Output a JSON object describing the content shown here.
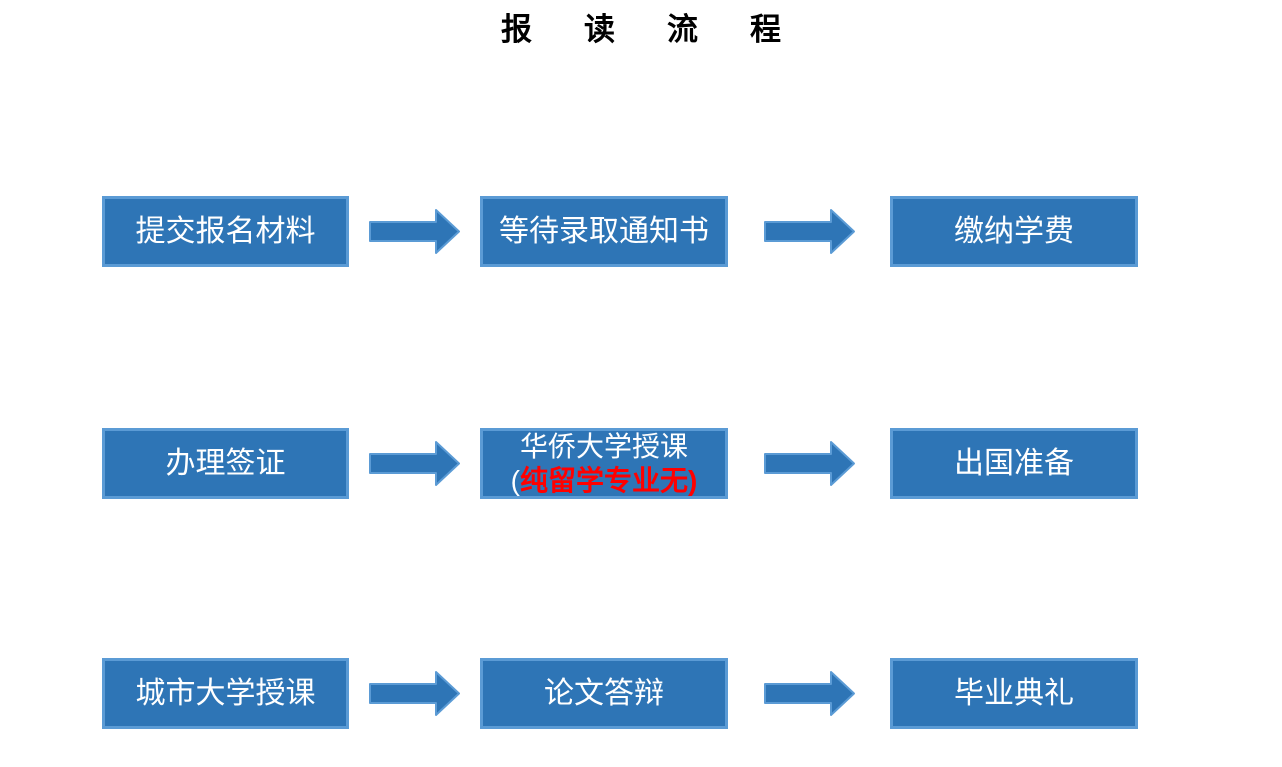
{
  "title": "报 读 流 程",
  "colors": {
    "background": "#ffffff",
    "box_fill": "#2e75b6",
    "box_border": "#5b9bd5",
    "box_text": "#ffffff",
    "arrow_fill": "#2e75b6",
    "arrow_border": "#5b9bd5",
    "note_highlight": "#ff0000",
    "title_text": "#000000"
  },
  "flow": {
    "rows": [
      {
        "steps": [
          {
            "label": "提交报名材料"
          },
          {
            "label": "等待录取通知书"
          },
          {
            "label": "缴纳学费"
          }
        ]
      },
      {
        "steps": [
          {
            "label": "办理签证"
          },
          {
            "label": "华侨大学授课",
            "note_open": "(",
            "note": "纯留学专业无)"
          },
          {
            "label": "出国准备"
          }
        ]
      },
      {
        "steps": [
          {
            "label": "城市大学授课"
          },
          {
            "label": "论文答辩"
          },
          {
            "label": "毕业典礼"
          }
        ]
      }
    ]
  }
}
